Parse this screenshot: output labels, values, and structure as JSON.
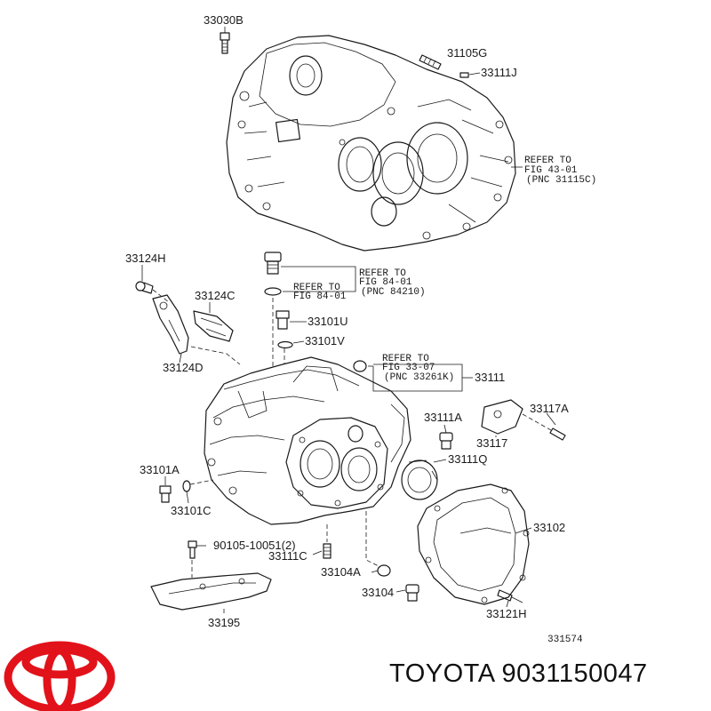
{
  "callouts": {
    "p33030B": "33030B",
    "p31105G": "31105G",
    "p33111J": "33111J",
    "p33124H": "33124H",
    "p33124C": "33124C",
    "p33124D": "33124D",
    "p33101U": "33101U",
    "p33101V": "33101V",
    "p33111": "33111",
    "p33111A": "33111A",
    "p33117A": "33117A",
    "p33117": "33117",
    "p33111Q": "33111Q",
    "p33101A": "33101A",
    "p33101C": "33101C",
    "p90105": "90105-10051(2)",
    "p33111C": "33111C",
    "p33104A": "33104A",
    "p33102": "33102",
    "p33104": "33104",
    "p33121H": "33121H",
    "p33195": "33195"
  },
  "references": {
    "fig43": {
      "line1": "REFER TO",
      "line2": "FIG 43-01",
      "line3": "(PNC 31115C)"
    },
    "fig84a": {
      "line1": "REFER TO",
      "line2": "FIG 84-01",
      "line3": "(PNC 84210)"
    },
    "fig84b": {
      "line1": "REFER TO",
      "line2": "FIG 84-01"
    },
    "fig33": {
      "line1": "REFER TO",
      "line2": "FIG 33-07",
      "line3": "(PNC 33261K)"
    }
  },
  "diagram_id": "331574",
  "brand": {
    "text": "TOYOTA 9031150047",
    "logo_color": "#e2121a"
  }
}
